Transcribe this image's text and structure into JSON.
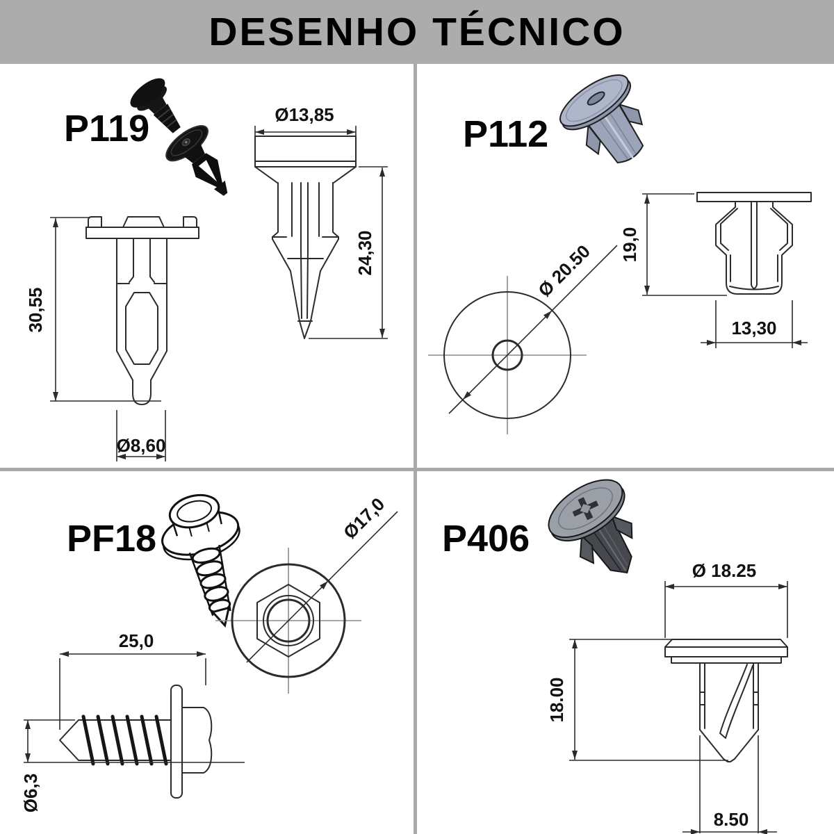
{
  "header": {
    "title": "DESENHO TÉCNICO"
  },
  "colors": {
    "header_bg": "#ACACAC",
    "divider": "#A9A9A9",
    "drawing_line": "#2B2B2B",
    "p119_render": "#141414",
    "p112_render": "#A9B2C6",
    "pf18_render": "#FFFFFF",
    "p406_render": "#9BA0A8"
  },
  "parts": {
    "p119": {
      "label": "P119",
      "dims": {
        "body_height": "30,55",
        "shank_diameter": "Ø8,60",
        "head_diameter": "Ø13,85",
        "pin_length": "24,30"
      }
    },
    "p112": {
      "label": "P112",
      "dims": {
        "flange_diameter": "Ø 20.50",
        "height": "19,0",
        "body_width": "13,30"
      }
    },
    "pf18": {
      "label": "PF18",
      "dims": {
        "washer_diameter": "Ø17,0",
        "thread_length": "25,0",
        "thread_diameter": "Ø6,3"
      }
    },
    "p406": {
      "label": "P406",
      "dims": {
        "head_diameter": "Ø 18.25",
        "height": "18.00",
        "tip_width": "8.50"
      }
    }
  }
}
